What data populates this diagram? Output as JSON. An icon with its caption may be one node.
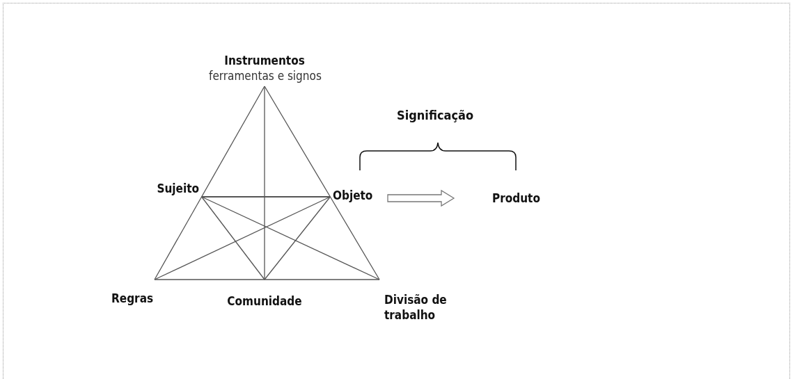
{
  "diagram": {
    "nodes": [
      {
        "text": [
          "Instrumentos",
          "ferramentas e signos"
        ]
      },
      {
        "text": [
          "Sujeito"
        ]
      },
      {
        "text": [
          "Objeto"
        ]
      },
      {
        "text": [
          "Produto"
        ]
      },
      {
        "text": [
          "Regras"
        ]
      },
      {
        "text": [
          "Comunidade"
        ]
      },
      {
        "text": [
          "Divisão de trabalho"
        ]
      }
    ],
    "edges": [
      {
        "from": 0,
        "to": 1,
        "arrow": "none"
      },
      {
        "from": 1,
        "to": 4,
        "arrow": "none"
      },
      {
        "from": 0,
        "to": 2,
        "arrow": "none"
      },
      {
        "from": 2,
        "to": 6,
        "arrow": "none"
      },
      {
        "from": 4,
        "to": 5,
        "arrow": "none"
      },
      {
        "from": 5,
        "to": 6,
        "arrow": "none"
      },
      {
        "from": 0,
        "to": 5,
        "arrow": "none"
      },
      {
        "from": 1,
        "to": 2,
        "arrow": "none"
      },
      {
        "from": 1,
        "to": 5,
        "arrow": "none"
      },
      {
        "from": 2,
        "to": 5,
        "arrow": "none"
      },
      {
        "from": 1,
        "to": 6,
        "arrow": "none"
      },
      {
        "from": 2,
        "to": 4,
        "arrow": "none"
      },
      {
        "from": 2,
        "to": 3,
        "arrow": "to",
        "style": "thick"
      }
    ],
    "labels": [
      "Significação"
    ]
  }
}
